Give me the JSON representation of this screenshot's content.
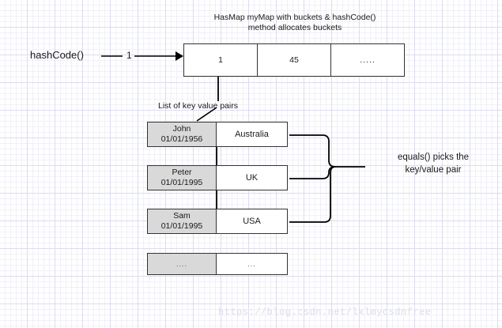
{
  "diagram": {
    "title": "HasMap myMap with buckets & hashCode()\nmethod allocates buckets",
    "hash_function_label": "hashCode()",
    "hash_value": "1",
    "list_label": "List of key value pairs",
    "equals_label": "equals() picks the\nkey/value pair",
    "watermark": "https://blog.csdn.net/lxlmycsdnfree"
  },
  "bucket_array": {
    "cells": [
      {
        "label": "1"
      },
      {
        "label": "45"
      },
      {
        "label": "....."
      }
    ]
  },
  "pairs": [
    {
      "key_name": "John",
      "key_date": "01/01/1956",
      "value": "Australia"
    },
    {
      "key_name": "Peter",
      "key_date": "01/01/1995",
      "value": "UK"
    },
    {
      "key_name": "Sam",
      "key_date": "01/01/1995",
      "value": "USA"
    },
    {
      "key_name": "....",
      "key_date": "",
      "value": "..."
    }
  ],
  "colors": {
    "key_cell_fill": "#d9d9d9",
    "value_cell_fill": "#ffffff",
    "stroke": "#333333",
    "grid_minor": "#f0f0fa",
    "grid_major": "#dcdcf0",
    "watermark": "#dcdcec"
  }
}
